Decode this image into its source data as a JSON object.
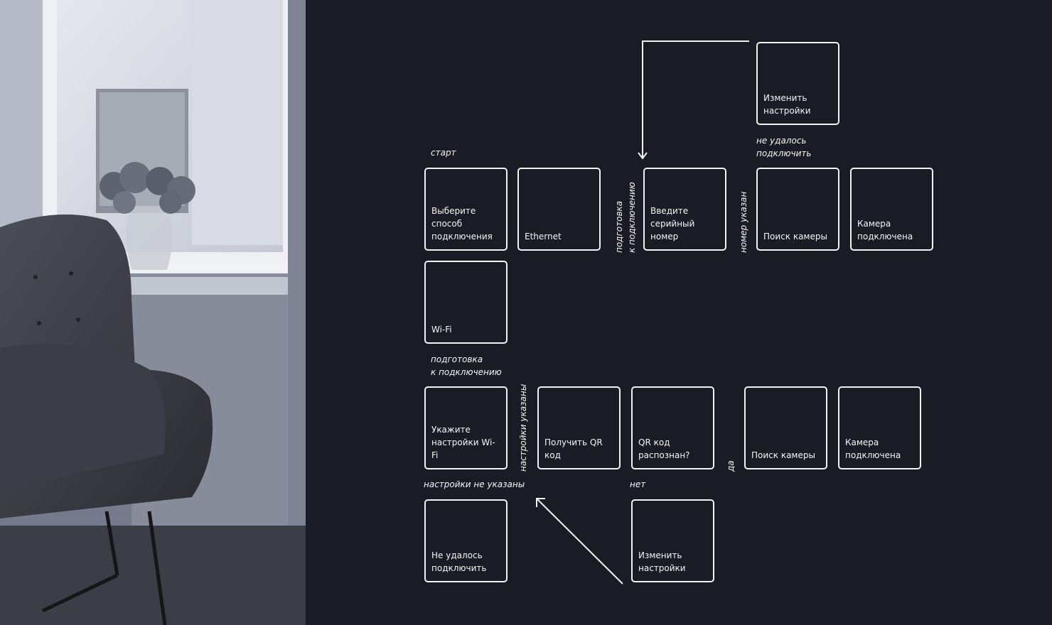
{
  "nodes": {
    "top_change_settings": "Изменить\nнастройки",
    "choose_method": "Выберите\nспособ\nподключения",
    "ethernet": "Ethernet",
    "enter_serial": "Введите\nсерийный номер",
    "camera_search_1": "Поиск камеры",
    "camera_connected_1": "Камера\nподключена",
    "wifi": "Wi-Fi",
    "wifi_settings": "Укажите\nнастройки Wi-Fi",
    "get_qr": "Получить QR код",
    "qr_recognized": "QR код\nраспознан?",
    "camera_search_2": "Поиск камеры",
    "camera_connected_2": "Камера\nподключена",
    "connect_failed": "Не удалось\nподключить",
    "bottom_change_settings": "Изменить\nнастройки"
  },
  "labels": {
    "start": "старт",
    "connect_failed_top": "не удалось\nподключить",
    "prep_vertical": "подготовка\nк подключению",
    "number_given": "номер указан",
    "prep_horizontal": "подготовка\nк подключению",
    "settings_given": "настройки указаны",
    "settings_not_given": "настройки не указаны",
    "no": "нет",
    "yes": "да"
  }
}
